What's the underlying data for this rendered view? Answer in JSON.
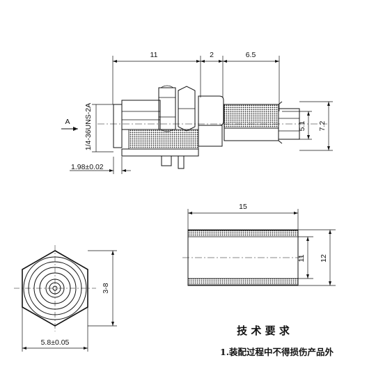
{
  "dimensions": {
    "len_11": "11",
    "len_2": "2",
    "len_6_5": "6.5",
    "dia_5_1": "5.1",
    "dia_7_2": "7.2",
    "thread": "1/4-36UNS-2A",
    "flange": "1.98±0.02",
    "view_a": "A",
    "hex_3_8": "3-8",
    "hex_width": "5.8±0.05",
    "sleeve_len": "15",
    "sleeve_inner": "11",
    "sleeve_outer": "12"
  },
  "notes": {
    "heading": "技 术 要 求",
    "item1": "1.装配过程中不得损伤产品外"
  }
}
